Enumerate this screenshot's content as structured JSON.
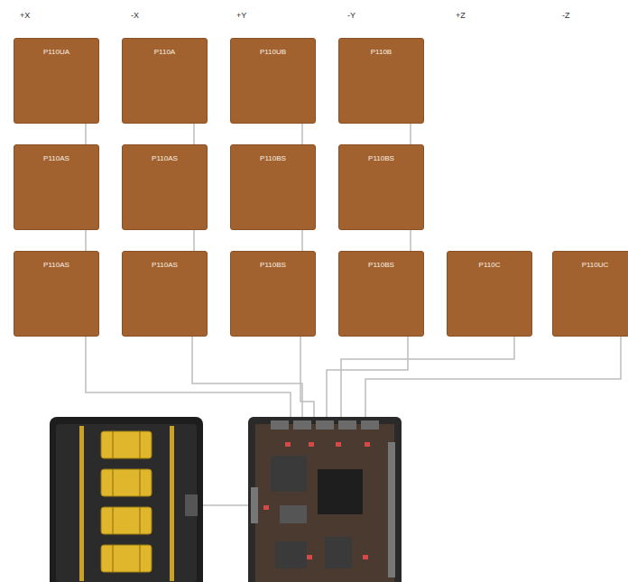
{
  "diagram": {
    "nodes": [
      {
        "text": [
          "P110UA"
        ]
      },
      {
        "text": [
          "P110A"
        ]
      },
      {
        "text": [
          "P110UB"
        ]
      },
      {
        "text": [
          "P110B"
        ]
      },
      {
        "text": [
          "P110AS"
        ]
      },
      {
        "text": [
          "P110AS"
        ]
      },
      {
        "text": [
          "P110BS"
        ]
      },
      {
        "text": [
          "P110BS"
        ]
      },
      {
        "text": [
          "P110AS"
        ]
      },
      {
        "text": [
          "P110AS"
        ]
      },
      {
        "text": [
          "P110BS"
        ]
      },
      {
        "text": [
          "P110BS"
        ]
      },
      {
        "text": [
          "P110C"
        ]
      },
      {
        "text": [
          "P110UC"
        ]
      }
    ],
    "edges": [
      {
        "from": 0,
        "to": 4,
        "arrow": "none"
      },
      {
        "from": 1,
        "to": 5,
        "arrow": "none"
      },
      {
        "from": 2,
        "to": 6,
        "arrow": "none"
      },
      {
        "from": 3,
        "to": 7,
        "arrow": "none"
      },
      {
        "from": 4,
        "to": 8,
        "arrow": "none"
      },
      {
        "from": 5,
        "to": 9,
        "arrow": "none"
      },
      {
        "from": 6,
        "to": 10,
        "arrow": "none"
      },
      {
        "from": 7,
        "to": 11,
        "arrow": "none"
      }
    ],
    "labels": [
      "+X",
      "-X",
      "+Y",
      "-Y",
      "+Z",
      "-Z"
    ]
  }
}
